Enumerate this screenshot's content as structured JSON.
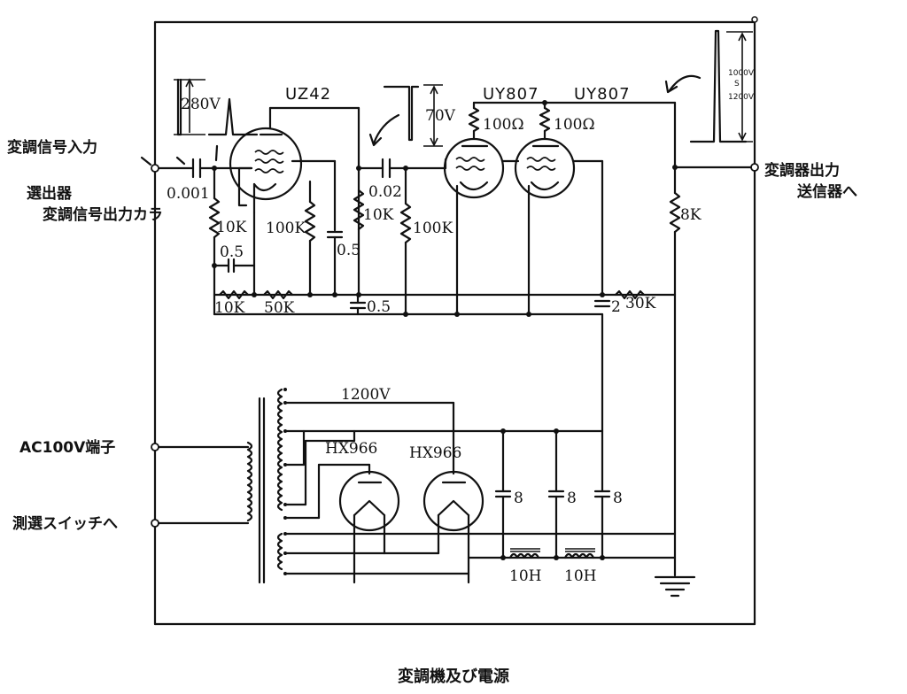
{
  "caption": "変調機及び電源",
  "tubes": {
    "uz42": "UZ42",
    "uy807_a": "UY807",
    "uy807_b": "UY807",
    "hx966_a": "HX966",
    "hx966_b": "HX966"
  },
  "waveforms": {
    "input_amp": "280V",
    "mid_amp": "70V",
    "output_amp": [
      "1000V",
      "S",
      "1200V"
    ]
  },
  "terminals": {
    "input_main": "変調信号入力",
    "input_sub_1": "選出器",
    "input_sub_2": "変調信号出力カラ",
    "output_main": "変調器出力",
    "output_sub": "送信器へ",
    "ac_in": "AC100V端子",
    "meter": "測選スイッチへ"
  },
  "components": {
    "c_in": "0.001",
    "r_grid1": "10K",
    "c_fb": "0.5",
    "r_plate1": "100K",
    "c_bypass1": "0.5",
    "r_bias_a": "10K",
    "r_bias_b": "50K",
    "c_couple2": "0.02",
    "r_grid2": "10K",
    "r_grid2b": "100K",
    "c_bypass2": "0.5",
    "r_para_a": "100Ω",
    "r_para_b": "100Ω",
    "r_load": "8K",
    "c_filter": "2",
    "r_series": "30K",
    "hv": "1200V",
    "c_f1": "8",
    "c_f2": "8",
    "c_f3": "8",
    "choke1": "10H",
    "choke2": "10H"
  }
}
